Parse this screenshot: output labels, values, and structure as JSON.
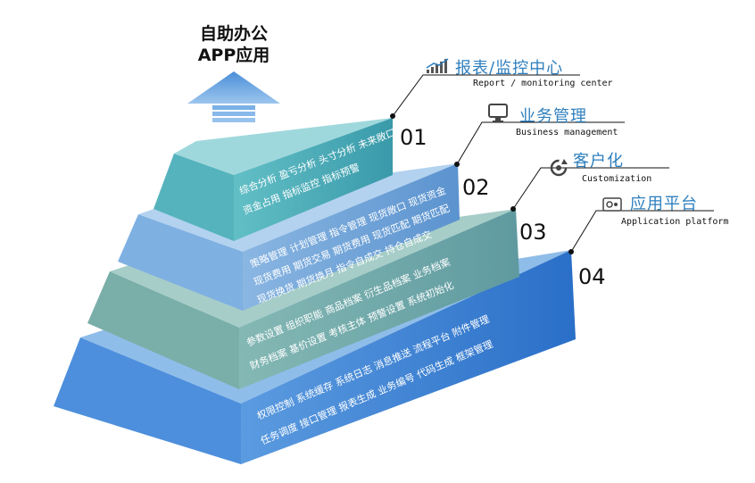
{
  "app": {
    "line1": "自助办公",
    "line2": "APP应用"
  },
  "levels": [
    {
      "number": "01",
      "title": "报表/监控中心",
      "subtitle": "Report / monitoring center",
      "icon": "bar-chart-icon",
      "color": "#4aa8b8",
      "rows": [
        "综合分析  盈亏分析  头寸分析  未来敞口",
        "资金占用  指标监控  指标预警"
      ]
    },
    {
      "number": "02",
      "title": "业务管理",
      "subtitle": "Business management",
      "icon": "monitor-icon",
      "color": "#6e9fd6",
      "rows": [
        "策略管理 计划管理 指令管理  现货敞口 现货资金",
        "现货费用  期货交易 期货费用 现货匹配 期货匹配",
        "现货换货 期货换月 指令自成交 持仓自成交"
      ]
    },
    {
      "number": "03",
      "title": "客户化",
      "subtitle": "Customization",
      "icon": "refresh-gear-icon",
      "color": "#6fa6a6",
      "rows": [
        "参数设置  组织职能  商品档案  衍生品档案  业务档案",
        "财务档案  基价设置  考核主体  预警设置  系统初始化"
      ]
    },
    {
      "number": "04",
      "title": "应用平台",
      "subtitle": "Application platform",
      "icon": "app-platform-icon",
      "color": "#3a82d0",
      "rows": [
        "权限控制  系统缓存  系统日志  消息推送  流程平台  附件管理",
        "任务调度  接口管理  报表生成  业务编号  代码生成  框架管理"
      ]
    }
  ]
}
